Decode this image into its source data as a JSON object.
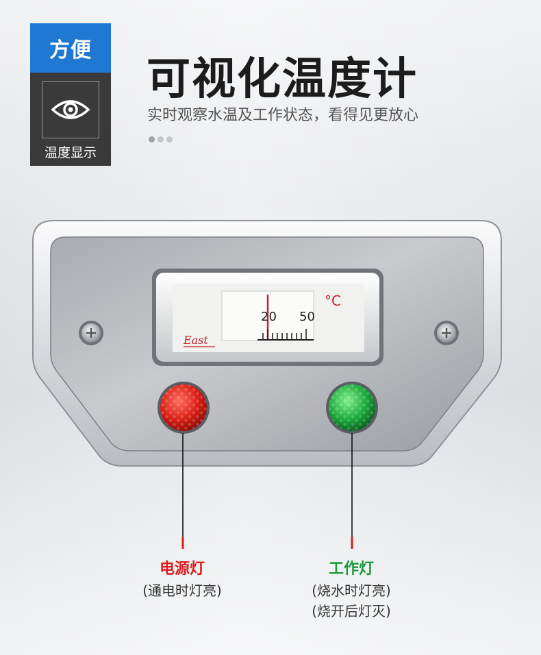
{
  "badge": {
    "tag": "方便",
    "label": "温度显示",
    "icon": "eye-icon"
  },
  "header": {
    "title": "可视化温度计",
    "subtitle": "实时观察水温及工作状态，看得见更放心"
  },
  "pager": {
    "count": 3,
    "active": 0
  },
  "thermometer": {
    "unit": "°C",
    "ticks": [
      "20",
      "50"
    ],
    "brand": "East"
  },
  "lights": {
    "power": {
      "name": "电源灯",
      "desc": "(通电时灯亮)",
      "color": "#e01b1b"
    },
    "work": {
      "name": "工作灯",
      "desc1": "(烧水时灯亮)",
      "desc2": "(烧开后灯灭)",
      "color": "#1a9a3a"
    }
  },
  "colors": {
    "accent": "#1f78d1",
    "dark": "#3a3a3a"
  }
}
